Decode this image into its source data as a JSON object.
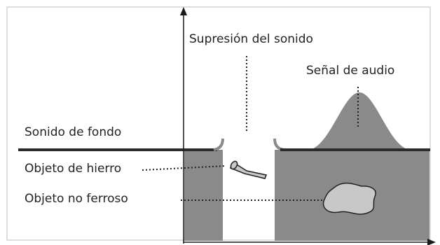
{
  "labels": {
    "sound_suppression": "Supresión del sonido",
    "audio_signal": "Señal de audio",
    "background_sound": "Sonido de fondo",
    "iron_object": "Objeto de hierro",
    "nonferrous_object": "Objeto no ferroso"
  },
  "colors": {
    "ground_fill": "#8a8a8a",
    "baseline": "#2b2b2b",
    "nonferrous_fill": "#c8c8c8",
    "text": "#222222",
    "axis": "#1a1a1a"
  },
  "icons": {
    "iron_object": "nail-icon",
    "nonferrous_object": "metal-blob-icon"
  }
}
